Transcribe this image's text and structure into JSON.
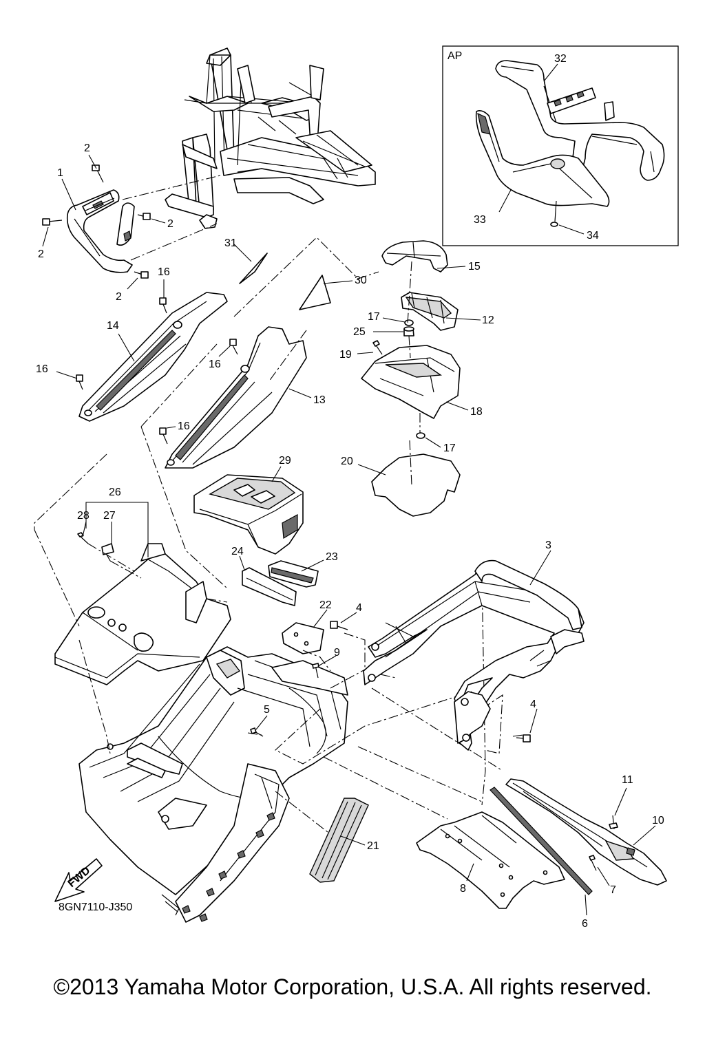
{
  "diagram": {
    "drawing_number": "8GN7110-J350",
    "fwd_label": "FWD",
    "inset_label": "AP",
    "callouts": {
      "c1": "1",
      "c2a": "2",
      "c2b": "2",
      "c2c": "2",
      "c2d": "2",
      "c3": "3",
      "c4a": "4",
      "c4b": "4",
      "c5": "5",
      "c6": "6",
      "c7": "7",
      "c8": "8",
      "c9": "9",
      "c10": "10",
      "c11": "11",
      "c12": "12",
      "c13": "13",
      "c14": "14",
      "c15": "15",
      "c16a": "16",
      "c16b": "16",
      "c16c": "16",
      "c16d": "16",
      "c17a": "17",
      "c17b": "17",
      "c18": "18",
      "c19": "19",
      "c20": "20",
      "c21": "21",
      "c22": "22",
      "c23": "23",
      "c24": "24",
      "c25": "25",
      "c26": "26",
      "c27": "27",
      "c28": "28",
      "c29": "29",
      "c30": "30",
      "c31": "31",
      "c32": "32",
      "c33": "33",
      "c34": "34"
    }
  },
  "footer": {
    "copyright": "©2013 Yamaha Motor Corporation, U.S.A. All rights reserved."
  }
}
